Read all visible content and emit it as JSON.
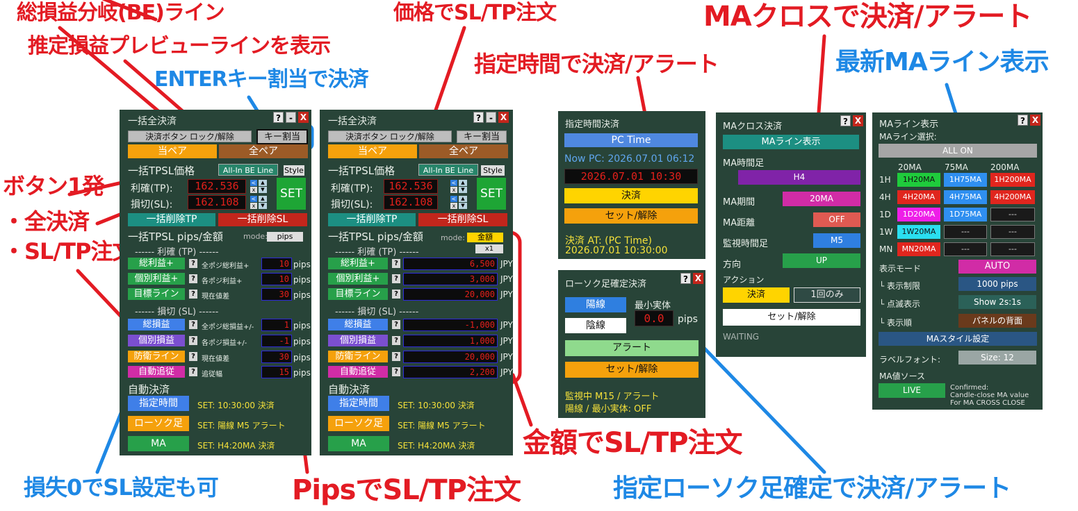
{
  "annotations": {
    "be_line": "総損益分岐(BE)ライン",
    "preview_line": "推定損益プレビューラインを表示",
    "enter_key": "ENTERキー割当で決済",
    "one_button": "ボタン1発",
    "all_close": "・全決済",
    "sltp_order": "・SL/TP注文",
    "price_sltp": "価格でSL/TP注文",
    "time_close": "指定時間で決済/アラート",
    "ma_cross": "MAクロスで決済/アラート",
    "latest_ma": "最新MAライン表示",
    "loss0": "損失0でSL設定も可",
    "pips_sltp": "PipsでSL/TP注文",
    "amount_sltp": "金額でSL/TP注文",
    "candle_close": "指定ローソク足確定で決済/アラート"
  },
  "title_btns": {
    "help": "?",
    "min": "-",
    "close": "X"
  },
  "panel1": {
    "title": "一括全決済",
    "lock_btn": "決済ボタン ロック/解除",
    "key_btn": "キー割当",
    "pair_btn": "当ペア",
    "all_pair_btn": "全ペア",
    "tpsl_price_title": "一括TPSL価格",
    "be_line_btn": "All-In BE Line",
    "style_btn": "Style",
    "tp_label": "利確(TP):",
    "tp_value": "162.536",
    "sl_label": "損切(SL):",
    "sl_value": "162.108",
    "set_btn": "SET",
    "del_tp_btn": "一括削除TP",
    "del_sl_btn": "一括削除SL",
    "pips_title": "一括TPSL pips/金額",
    "mode_label": "mode:",
    "mode_btn": "pips",
    "tp_section": "------ 利確 (TP) ------",
    "tp_rows": [
      {
        "btn": "総利益+",
        "desc": "全ポジ総利益+",
        "value": "10",
        "unit": "pips"
      },
      {
        "btn": "個別利益+",
        "desc": "各ポジ利益+",
        "value": "10",
        "unit": "pips"
      },
      {
        "btn": "目標ライン",
        "desc": "現在値差",
        "value": "30",
        "unit": "pips"
      }
    ],
    "sl_section": "------ 損切 (SL) ------",
    "sl_rows": [
      {
        "btn": "総損益",
        "desc": "全ポジ総損益+/-",
        "value": "1",
        "unit": "pips"
      },
      {
        "btn": "個別損益",
        "desc": "各ポジ損益+/-",
        "value": "-1",
        "unit": "pips"
      },
      {
        "btn": "防衛ライン",
        "desc": "現在値差",
        "value": "30",
        "unit": "pips"
      },
      {
        "btn": "自動追従",
        "desc": "追従幅",
        "value": "15",
        "unit": "pips"
      }
    ],
    "auto_title": "自動決済",
    "auto_rows": [
      {
        "btn": "指定時間",
        "status": "SET: 10:30:00 決済"
      },
      {
        "btn": "ローソク足",
        "status": "SET: 陽線 M5 アラート"
      },
      {
        "btn": "MA",
        "status": "SET: H4:20MA 決済"
      }
    ]
  },
  "panel2": {
    "title": "一括全決済",
    "lock_btn": "決済ボタン ロック/解除",
    "key_btn": "キー割当",
    "pair_btn": "当ペア",
    "all_pair_btn": "全ペア",
    "tpsl_price_title": "一括TPSL価格",
    "be_line_btn": "All-In BE Line",
    "style_btn": "Style",
    "tp_label": "利確(TP):",
    "tp_value": "162.536",
    "sl_label": "損切(SL):",
    "sl_value": "162.108",
    "set_btn": "SET",
    "del_tp_btn": "一括削除TP",
    "del_sl_btn": "一括削除SL",
    "pips_title": "一括TPSL pips/金額",
    "mode_label": "mode:",
    "mode_btn": "金額",
    "mult_btn": "x1",
    "tp_section": "------ 利確 (TP) ------",
    "tp_rows": [
      {
        "btn": "総利益+",
        "value": "6,500",
        "unit": "JPY"
      },
      {
        "btn": "個別利益+",
        "value": "3,000",
        "unit": "JPY"
      },
      {
        "btn": "目標ライン",
        "value": "20,000",
        "unit": "JPY"
      }
    ],
    "sl_section": "------ 損切 (SL) ------",
    "sl_rows": [
      {
        "btn": "総損益",
        "value": "-1,000",
        "unit": "JPY"
      },
      {
        "btn": "個別損益",
        "value": "1,000",
        "unit": "JPY"
      },
      {
        "btn": "防衛ライン",
        "value": "20,000",
        "unit": "JPY"
      },
      {
        "btn": "自動追従",
        "value": "2,200",
        "unit": "JPY"
      }
    ],
    "auto_title": "自動決済",
    "auto_rows": [
      {
        "btn": "指定時間",
        "status": "SET: 10:30:00 決済"
      },
      {
        "btn": "ローソク足",
        "status": "SET: 陽線 M5 アラート"
      },
      {
        "btn": "MA",
        "status": "SET: H4:20MA 決済"
      }
    ]
  },
  "panel3": {
    "title": "指定時間決済",
    "pc_time_btn": "PC Time",
    "now_pc": "Now PC: 2026.07.01 06:12",
    "target_time": "2026.07.01 10:30",
    "close_btn": "決済",
    "set_btn": "セット/解除",
    "at_line1": "決済 AT: (PC Time)",
    "at_line2": "2026.07.01 10:30:00"
  },
  "panel4": {
    "title": "ローソク足確定決済",
    "bull_btn": "陽線",
    "bear_btn": "陰線",
    "min_body_label": "最小実体",
    "min_body_value": "0.0",
    "min_body_unit": "pips",
    "alert_btn": "アラート",
    "set_btn": "セット/解除",
    "watch_line1": "監視中 M15 / アラート",
    "watch_line2": "陽線 / 最小実体: OFF"
  },
  "panel5": {
    "title": "MAクロス決済",
    "ma_line_btn": "MAライン表示",
    "ma_tf_label": "MA時間足",
    "ma_tf_value": "H4",
    "ma_period_label": "MA期間",
    "ma_period_value": "20MA",
    "ma_dist_label": "MA距離",
    "ma_dist_value": "OFF",
    "watch_tf_label": "監視時間足",
    "watch_tf_value": "M5",
    "dir_label": "方向",
    "dir_value": "UP",
    "action_label": "アクション",
    "action_close": "決済",
    "action_once": "1回のみ",
    "set_btn": "セット/解除",
    "status": "WAITING"
  },
  "panel6": {
    "title": "MAライン表示",
    "select_label": "MAライン選択:",
    "all_on_btn": "ALL ON",
    "col_headers": [
      "20MA",
      "75MA",
      "200MA"
    ],
    "rows": [
      {
        "tf": "1H",
        "cells": [
          "1H20MA",
          "1H75MA",
          "1H200MA"
        ]
      },
      {
        "tf": "4H",
        "cells": [
          "4H20MA",
          "4H75MA",
          "4H200MA"
        ]
      },
      {
        "tf": "1D",
        "cells": [
          "1D20MA",
          "1D75MA",
          "---"
        ]
      },
      {
        "tf": "1W",
        "cells": [
          "1W20MA",
          "---",
          "---"
        ]
      },
      {
        "tf": "MN",
        "cells": [
          "MN20MA",
          "---",
          "---"
        ]
      }
    ],
    "display_mode_label": "表示モード",
    "display_mode_value": "AUTO",
    "limit_label": "└ 表示制限",
    "limit_value": "1000 pips",
    "blink_label": "└ 点滅表示",
    "blink_value": "Show 2s:1s",
    "order_label": "└ 表示順",
    "order_value": "パネルの背面",
    "style_btn": "MAスタイル設定",
    "label_font_label": "ラベルフォント:",
    "label_font_value": "Size: 12",
    "source_label": "MA値ソース",
    "live_btn": "LIVE",
    "note1": "Confirmed:",
    "note2": "Candle-close MA value",
    "note3": "For MA CROSS CLOSE"
  },
  "colors": {
    "panel_bg": "#284438",
    "orange": "#f5a10c",
    "red": "#c3261c",
    "yellow": "#ffd400",
    "blue": "#3f7fe8",
    "magenta": "#d12ca6",
    "green": "#27a04a"
  }
}
